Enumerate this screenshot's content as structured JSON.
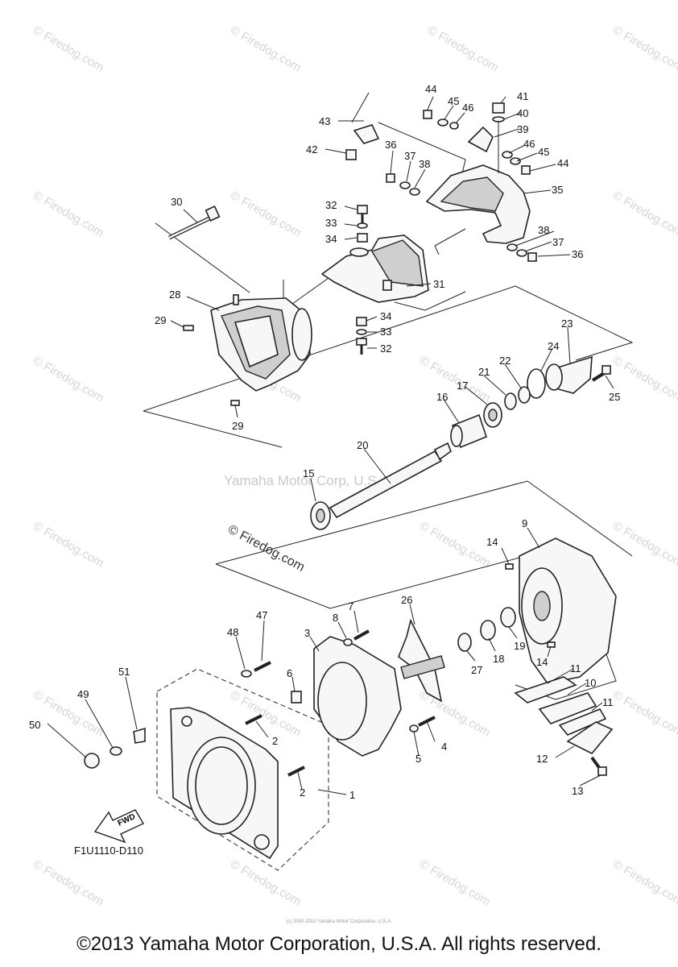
{
  "diagram": {
    "code": "F1U1110-D110",
    "fwd_label": "FWD",
    "watermark_center": "Yamaha Motor Corp, U.S.A.",
    "watermark_tile": "© Firedog.com",
    "watermark_diag_left": "© Firedog.com",
    "copyright": "©2013 Yamaha Motor Corporation, U.S.A. All rights reserved.",
    "tiny_note": "(c) 2000-2015 Yamaha Motor Corporation, U.S.A.",
    "callouts": {
      "n1": "1",
      "n2a": "2",
      "n2b": "2",
      "n3": "3",
      "n4": "4",
      "n5": "5",
      "n6": "6",
      "n7": "7",
      "n8": "8",
      "n9": "9",
      "n10": "10",
      "n11a": "11",
      "n11b": "11",
      "n12": "12",
      "n13": "13",
      "n14a": "14",
      "n14b": "14",
      "n15": "15",
      "n16": "16",
      "n17": "17",
      "n18": "18",
      "n19": "19",
      "n20": "20",
      "n21": "21",
      "n22": "22",
      "n23": "23",
      "n24": "24",
      "n25": "25",
      "n26": "26",
      "n27": "27",
      "n28": "28",
      "n29a": "29",
      "n29b": "29",
      "n30": "30",
      "n31": "31",
      "n32a": "32",
      "n32b": "32",
      "n33a": "33",
      "n33b": "33",
      "n34a": "34",
      "n34b": "34",
      "n35": "35",
      "n36a": "36",
      "n36b": "36",
      "n37a": "37",
      "n37b": "37",
      "n38a": "38",
      "n38b": "38",
      "n39": "39",
      "n40": "40",
      "n41": "41",
      "n42": "42",
      "n43": "43",
      "n44a": "44",
      "n44b": "44",
      "n45a": "45",
      "n45b": "45",
      "n46a": "46",
      "n46b": "46",
      "n47": "47",
      "n48": "48",
      "n49": "49",
      "n50": "50",
      "n51": "51"
    }
  }
}
